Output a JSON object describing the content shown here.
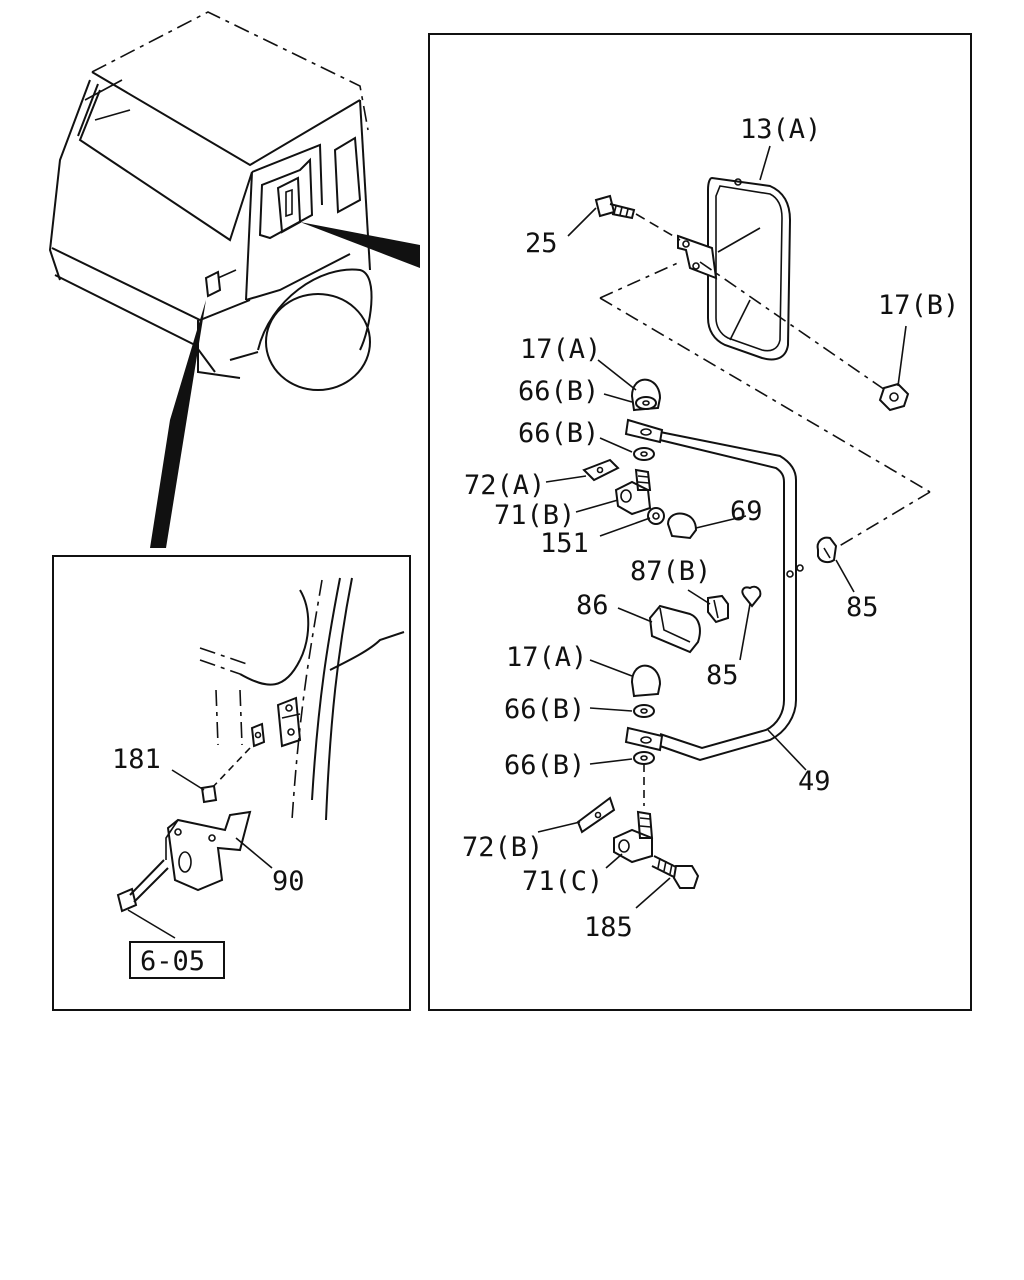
{
  "ref_box": "6-05",
  "inset_labels": {
    "bracket_clip": "181",
    "bracket": "90"
  },
  "main_labels": {
    "mirror": "13(A)",
    "bolt_top": "25",
    "nut_b": "17(B)",
    "nut_a_top": "17(A)",
    "washer_b_1": "66(B)",
    "washer_b_2": "66(B)",
    "plate_a": "72(A)",
    "joint_b": "71(B)",
    "washer_151": "151",
    "cap_69": "69",
    "clip_87b": "87(B)",
    "lamp_86": "86",
    "clip_85_right": "85",
    "clip_85_mid": "85",
    "nut_a_bottom": "17(A)",
    "washer_b_3": "66(B)",
    "washer_b_4": "66(B)",
    "stay_49": "49",
    "plate_b": "72(B)",
    "joint_c": "71(C)",
    "bolt_185": "185"
  }
}
